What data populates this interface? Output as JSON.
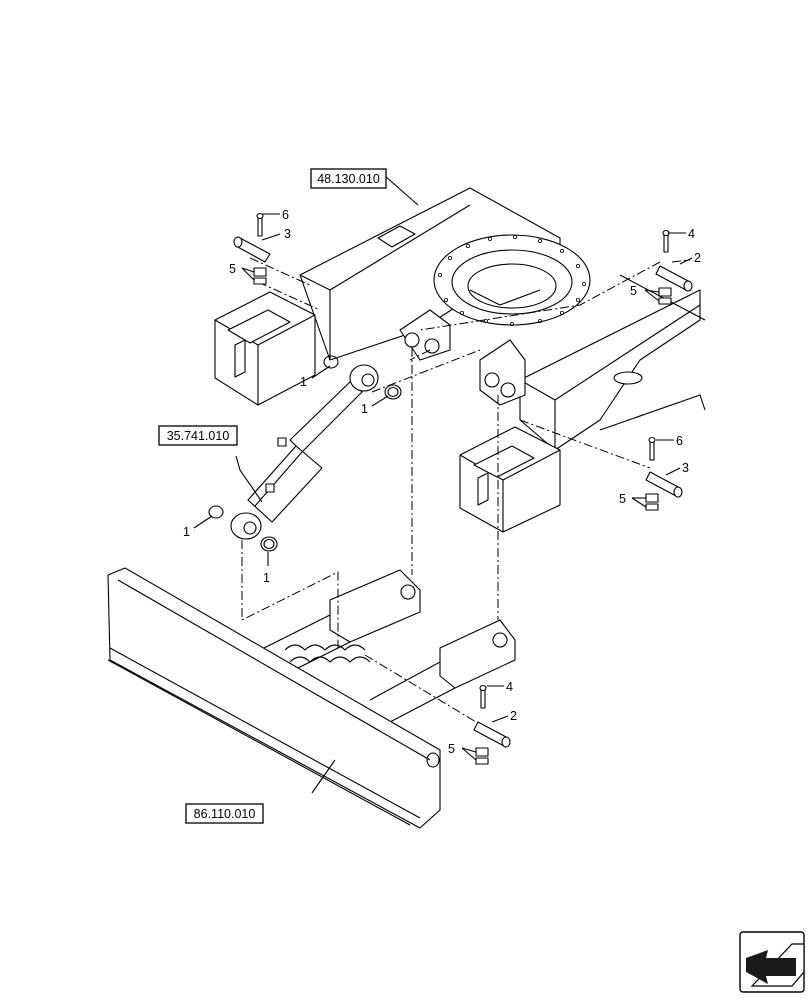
{
  "references": {
    "frame": "48.130.010",
    "cylinder": "35.741.010",
    "blade": "86.110.010"
  },
  "callouts": {
    "c1a": "1",
    "c1b": "1",
    "c1c": "1",
    "c1d": "1",
    "c2a": "2",
    "c2b": "2",
    "c3a": "3",
    "c3b": "3",
    "c4a": "4",
    "c4b": "4",
    "c5a": "5",
    "c5b": "5",
    "c5c": "5",
    "c5d": "5",
    "c6a": "6",
    "c6b": "6"
  },
  "navigation": {
    "icon": "previous-page-arrow-icon"
  }
}
